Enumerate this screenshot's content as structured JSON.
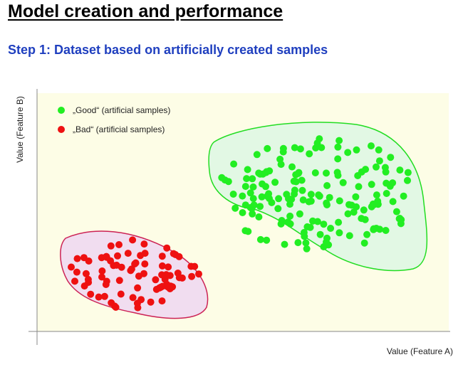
{
  "title": "Model creation and performance",
  "subtitle": "Step 1: Dataset based on artificially created samples",
  "colors": {
    "plot_background": "#fdfde6",
    "good": "#22ee22",
    "good_region_fill": "#e2f8e4",
    "good_region_stroke": "#22dd22",
    "bad": "#ee1111",
    "bad_region_fill": "#f1ddf0",
    "bad_region_stroke": "#cc2255",
    "subtitle": "#1f3fbf"
  },
  "chart_data": {
    "type": "scatter",
    "xlabel": "Value  (Feature A)",
    "ylabel": "Value  (Feature B)",
    "legend_placement": "top-left",
    "series": [
      {
        "name": "„Good“ (artificial samples)",
        "cluster": "upper-right"
      },
      {
        "name": "„Bad“ (artificial samples)",
        "cluster": "lower-left"
      }
    ]
  }
}
